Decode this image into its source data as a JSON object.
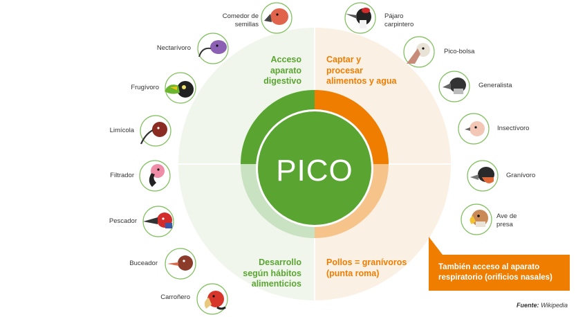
{
  "center": {
    "title": "PICO"
  },
  "quadrants": {
    "top_left": [
      "Acceso",
      "aparato",
      "digestivo"
    ],
    "top_right": [
      "Captar y",
      "procesar",
      "alimentos y agua"
    ],
    "bottom_left": [
      "Desarrollo",
      "según hábitos",
      "alimenticios"
    ],
    "bottom_right": [
      "Pollos = granívoros",
      "(punta roma)"
    ]
  },
  "left_birds": [
    {
      "label": [
        "Comedor de",
        "semillas"
      ]
    },
    {
      "label": [
        "Nectarívoro"
      ]
    },
    {
      "label": [
        "Frugívoro"
      ]
    },
    {
      "label": [
        "Limícola"
      ]
    },
    {
      "label": [
        "Filtrador"
      ]
    },
    {
      "label": [
        "Pescador"
      ]
    },
    {
      "label": [
        "Buceador"
      ]
    },
    {
      "label": [
        "Carroñero"
      ]
    }
  ],
  "right_birds": [
    {
      "label": [
        "Pájaro",
        "carpintero"
      ]
    },
    {
      "label": [
        "Pico-bolsa"
      ]
    },
    {
      "label": [
        "Generalista"
      ]
    },
    {
      "label": [
        "Insectívoro"
      ]
    },
    {
      "label": [
        "Granívoro"
      ]
    },
    {
      "label": [
        "Ave de",
        "presa"
      ]
    }
  ],
  "callout": {
    "lines": [
      "También acceso al aparato",
      "respiratorio (orificios nasales)"
    ]
  },
  "source": {
    "label": "Fuente:",
    "value": "Wikipedia"
  },
  "colors": {
    "green": "#5aa531",
    "green_light": "#c8e2c2",
    "green_pale": "#f0f6ec",
    "orange": "#ee7d00",
    "orange_light": "#f6c48a",
    "orange_pale": "#fbf0e4"
  }
}
